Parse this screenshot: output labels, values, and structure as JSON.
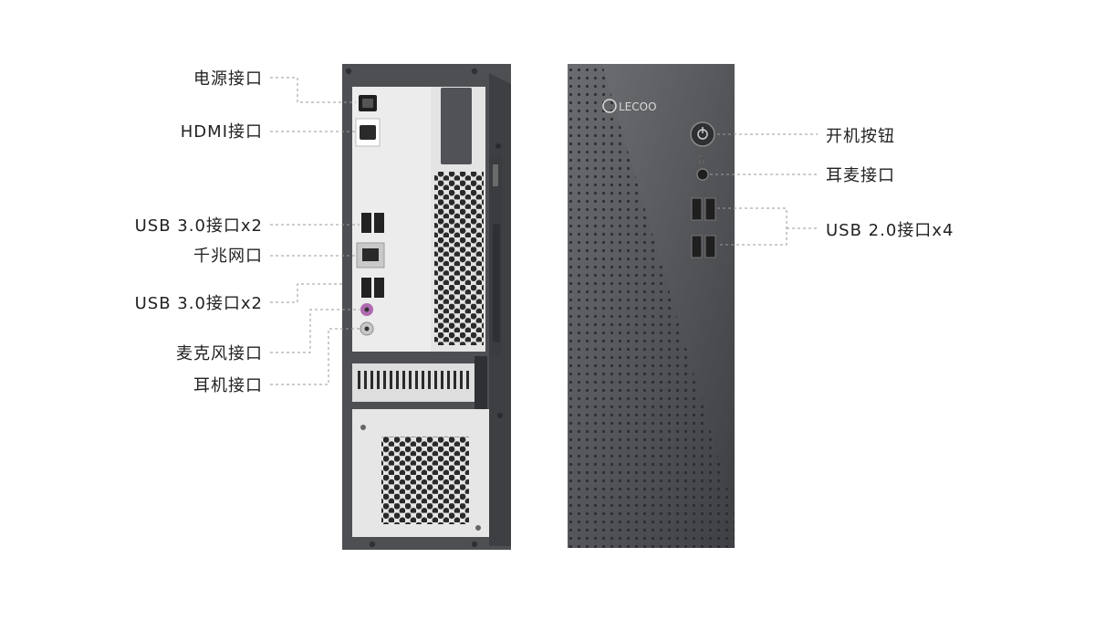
{
  "brand": "LECOO",
  "left_labels": [
    "电源接口",
    "HDMI接口",
    "USB 3.0接口x2",
    "千兆网口",
    "USB 3.0接口x2",
    "麦克风接口",
    "耳机接口"
  ],
  "right_labels": [
    "开机按钮",
    "耳麦接口",
    "USB 2.0接口x4"
  ],
  "colors": {
    "case_dark": "#4d4f53",
    "case_black": "#3a3c40",
    "panel_gray": "#ececec",
    "leader_line": "#9a9a9a",
    "mic_port": "#b06ab0"
  }
}
